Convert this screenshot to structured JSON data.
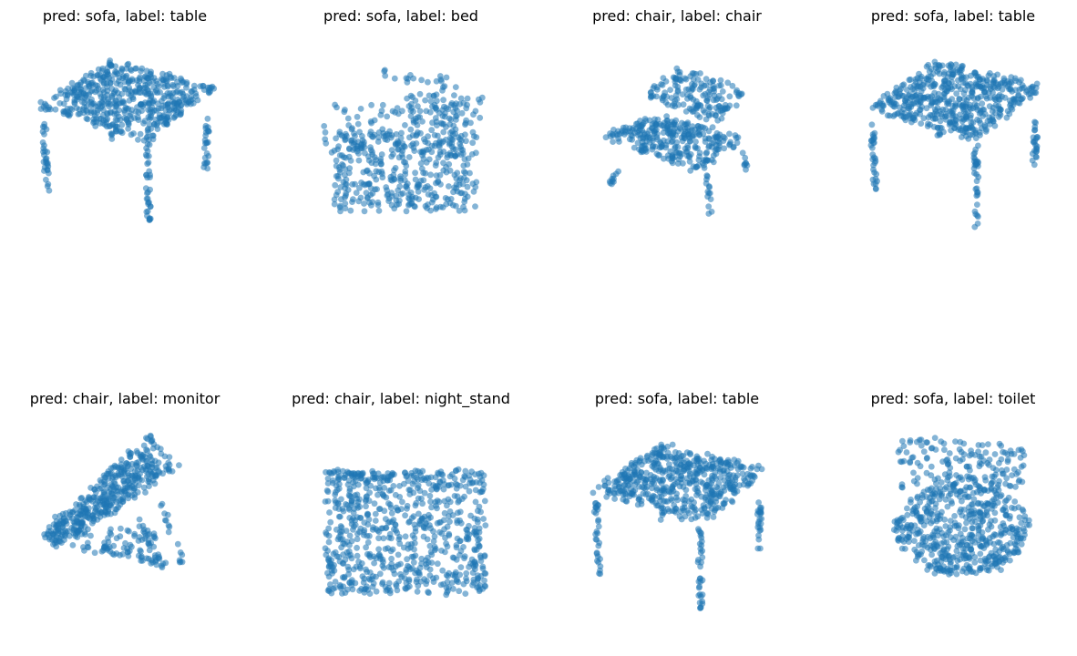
{
  "chart_data": [
    {
      "type": "scatter",
      "title": "pred: sofa, label: table",
      "shape": "table",
      "seed": 11,
      "axis": "off",
      "point_color": "#1f77b4"
    },
    {
      "type": "scatter",
      "title": "pred: sofa, label: bed",
      "shape": "bed",
      "seed": 23,
      "axis": "off",
      "point_color": "#1f77b4"
    },
    {
      "type": "scatter",
      "title": "pred: chair, label: chair",
      "shape": "chair",
      "seed": 37,
      "axis": "off",
      "point_color": "#1f77b4"
    },
    {
      "type": "scatter",
      "title": "pred: sofa, label: table",
      "shape": "table",
      "seed": 41,
      "axis": "off",
      "point_color": "#1f77b4"
    },
    {
      "type": "scatter",
      "title": "pred: chair, label: monitor",
      "shape": "monitor",
      "seed": 53,
      "axis": "off",
      "point_color": "#1f77b4"
    },
    {
      "type": "scatter",
      "title": "pred: chair, label: night_stand",
      "shape": "night_stand",
      "seed": 67,
      "axis": "off",
      "point_color": "#1f77b4"
    },
    {
      "type": "scatter",
      "title": "pred: sofa, label: table",
      "shape": "table",
      "seed": 79,
      "axis": "off",
      "point_color": "#1f77b4"
    },
    {
      "type": "scatter",
      "title": "pred: sofa, label: toilet",
      "shape": "toilet",
      "seed": 83,
      "axis": "off",
      "point_color": "#1f77b4"
    }
  ]
}
